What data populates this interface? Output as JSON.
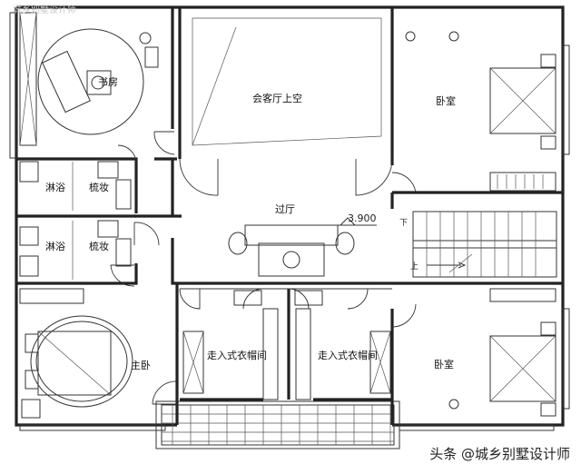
{
  "rooms": {
    "study": "书房",
    "living_void": "会客厅上空",
    "bedroom_ne": "卧室",
    "bath_1": "淋浴",
    "dress_1": "梳妆",
    "bath_2": "淋浴",
    "dress_2": "梳妆",
    "corridor": "过厅",
    "master": "主卧",
    "closet_1": "走入式衣帽间",
    "closet_2": "走入式衣帽间",
    "bedroom_se": "卧室"
  },
  "level_mark": "3.900",
  "stair": {
    "down": "下",
    "up": "上"
  },
  "watermark": "头条 @城乡别墅设计师",
  "top_watermark": "城乡别墅设计师"
}
